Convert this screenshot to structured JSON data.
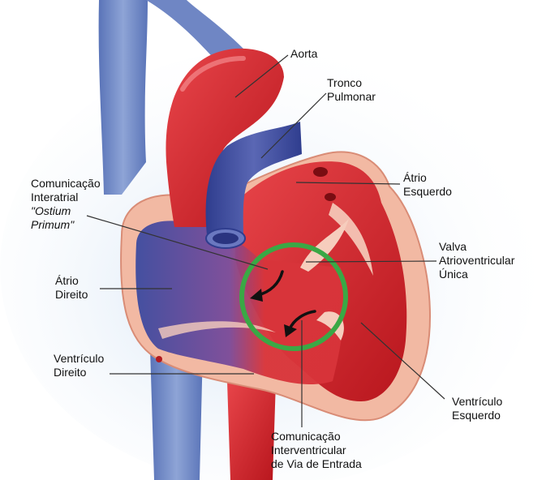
{
  "colors": {
    "background": "#ffffff",
    "oxygenated_blood": "#d7262c",
    "deoxygenated_blood": "#3d4a9a",
    "myocardium": "#f2b9a3",
    "defect_highlight_ring": "#3aa845",
    "flow_arrow": "#111111",
    "leader_line": "#333333"
  },
  "icons": {
    "defect_ring": "green-circle-outline",
    "flow_arrows": "curved-black-arrow"
  },
  "labels": {
    "aorta": {
      "lines": [
        "Aorta"
      ]
    },
    "tronco_pulmonar": {
      "lines": [
        "Tronco",
        "Pulmonar"
      ]
    },
    "atrio_esquerdo": {
      "lines": [
        "Átrio",
        "Esquerdo"
      ]
    },
    "comunicacao_interatrial": {
      "lines": [
        "Comunicação",
        "Interatrial",
        "\"Ostium",
        "Primum\""
      ]
    },
    "valva_av_unica": {
      "lines": [
        "Valva",
        "Atrioventricular",
        "Única"
      ]
    },
    "atrio_direito": {
      "lines": [
        "Átrio",
        "Direito"
      ]
    },
    "ventriculo_direito": {
      "lines": [
        "Ventrículo",
        "Direito"
      ]
    },
    "ventriculo_esquerdo": {
      "lines": [
        "Ventrículo",
        "Esquerdo"
      ]
    },
    "comunicacao_interventricular": {
      "lines": [
        "Comunicação",
        "Interventricular",
        "de Via de Entrada"
      ]
    }
  }
}
